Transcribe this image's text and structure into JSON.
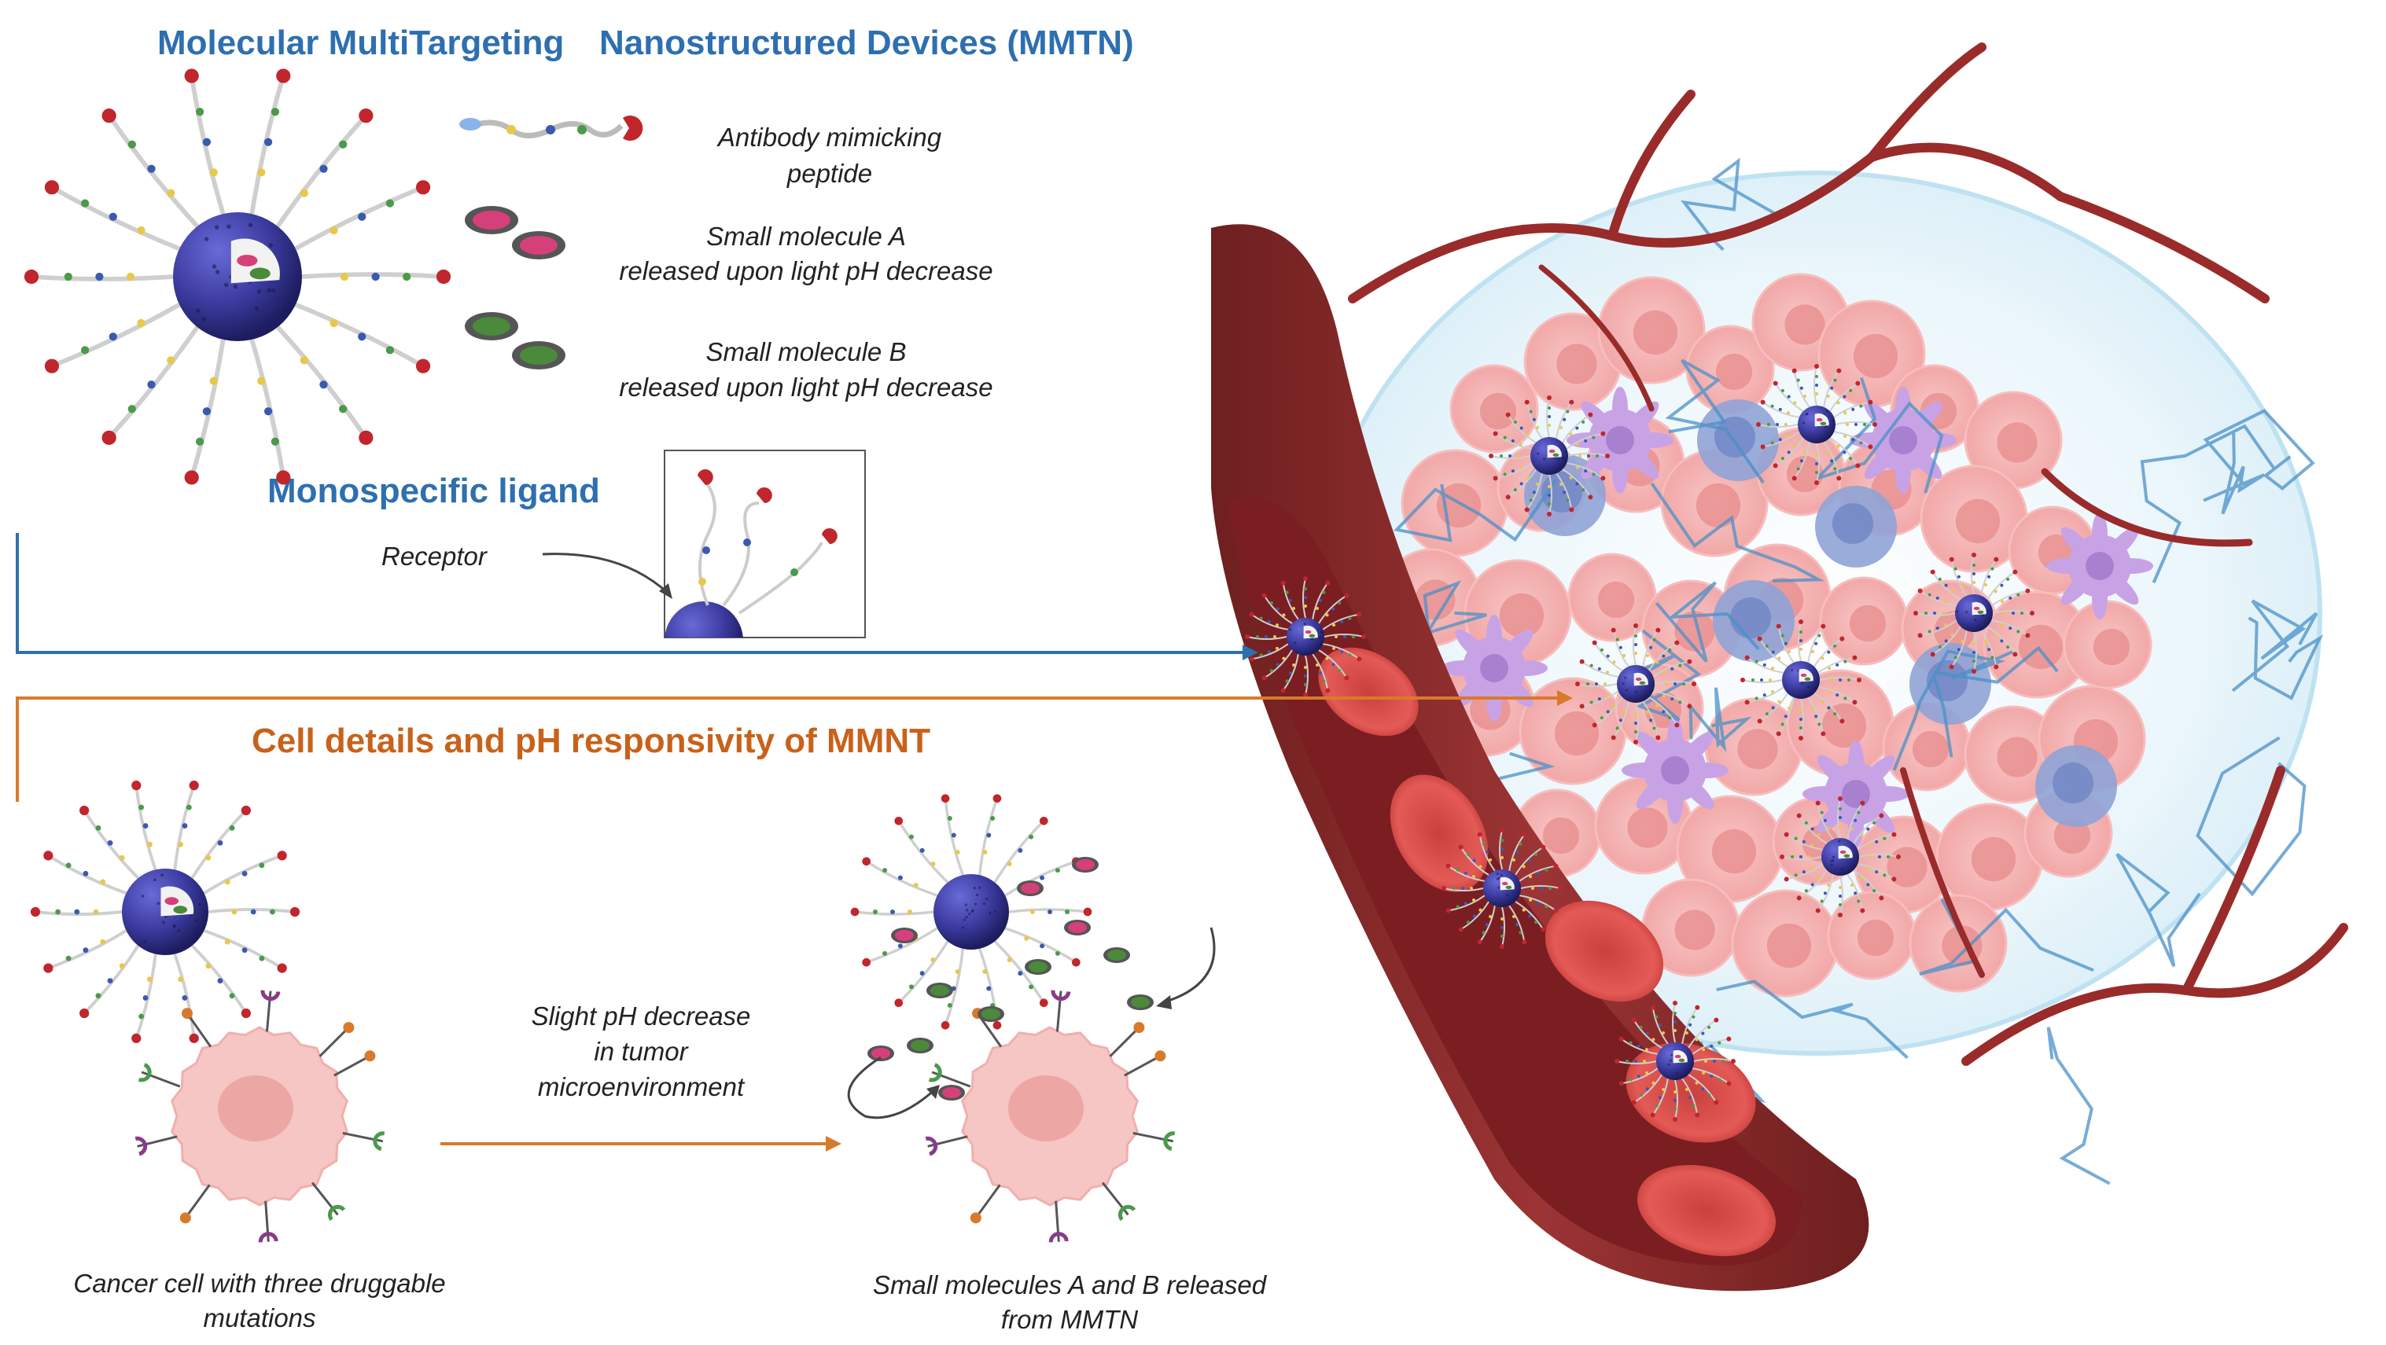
{
  "titles": {
    "mmtn_part1": "Molecular MultiTargeting",
    "mmtn_part2": "Nanostructured Devices (MMTN)",
    "monospecific": "Monospecific ligand",
    "cell_details": "Cell details and pH responsivity of MMNT"
  },
  "legend": {
    "antibody_line1": "Antibody mimicking",
    "antibody_line2": "peptide",
    "smA_line1": "Small molecule A",
    "smA_line2": "released upon light pH decrease",
    "smB_line1": "Small molecule B",
    "smB_line2": "released upon light pH decrease"
  },
  "labels": {
    "receptor": "Receptor",
    "ph_line1": "Slight pH decrease",
    "ph_line2": "in tumor",
    "ph_line3": "microenvironment",
    "cancer_line1": "Cancer cell with three druggable",
    "cancer_line2": "mutations",
    "released_line1": "Small molecules A and B released",
    "released_line2": "from MMTN"
  },
  "colors": {
    "blue_accent": "#2e6fb0",
    "orange_accent": "#d87a2b",
    "nanoparticle": "#3a3a9e",
    "molecule_A": "#d6407a",
    "molecule_B": "#4a8a3a",
    "vessel": "#8a2a2a",
    "tumor_cell": "#f3a7a7",
    "immune_cell_blue": "#8fa3d6",
    "immune_cell_purple": "#c7a3e6"
  }
}
